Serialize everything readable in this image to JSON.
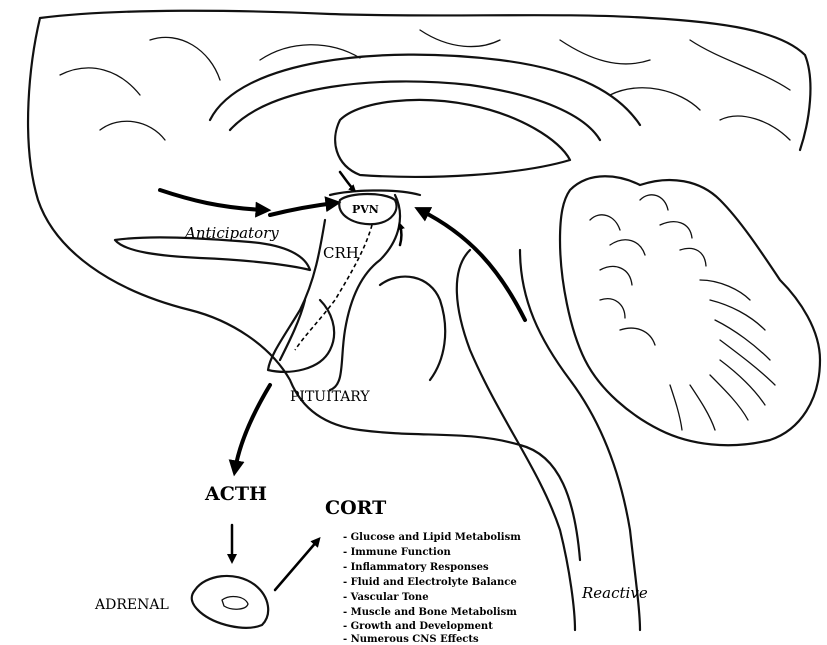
{
  "labels": {
    "pvn": "PVN",
    "crh": "CRH",
    "anticipatory": "Anticipatory",
    "reactive": "Reactive",
    "pituitary": "PITUITARY",
    "acth": "ACTH",
    "cort": "CORT",
    "adrenal": "ADRENAL"
  },
  "cort_effects": [
    "- Glucose and Lipid Metabolism",
    "- Immune Function",
    "- Inflammatory Responses",
    "- Fluid and Electrolyte Balance",
    "- Vascular Tone",
    "- Muscle and Bone Metabolism",
    "- Growth and Development",
    "- Numerous CNS Effects"
  ]
}
